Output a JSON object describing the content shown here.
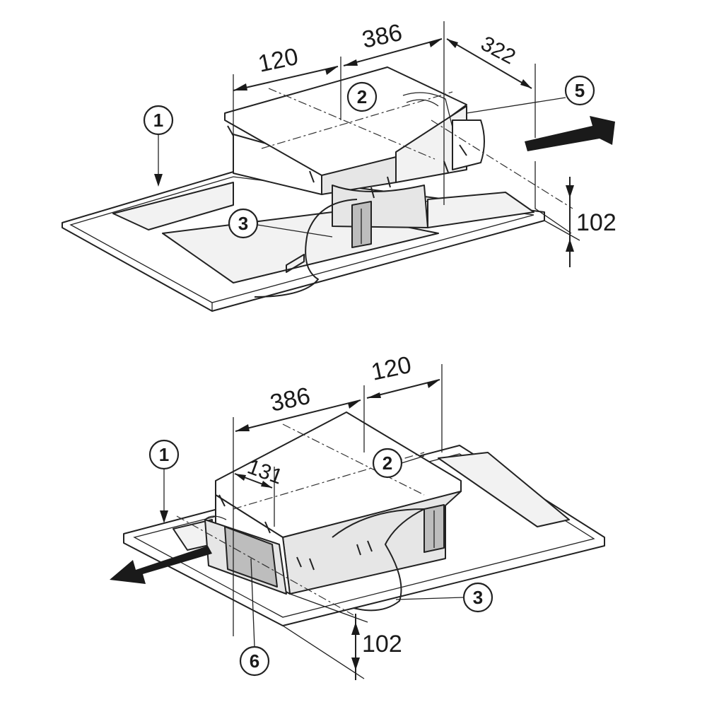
{
  "top_view": {
    "dimensions": {
      "width_a": "120",
      "width_b": "386",
      "depth": "322",
      "height": "102"
    },
    "callouts": [
      "1",
      "2",
      "3",
      "5"
    ]
  },
  "bottom_view": {
    "dimensions": {
      "width_a": "386",
      "width_b": "120",
      "offset": "131",
      "height": "102"
    },
    "callouts": [
      "1",
      "2",
      "3",
      "6"
    ]
  },
  "colors": {
    "line": "#222222",
    "fill_light": "#f2f2f2",
    "fill_dark": "#bdbdbd",
    "arrow": "#1a1a1a"
  }
}
